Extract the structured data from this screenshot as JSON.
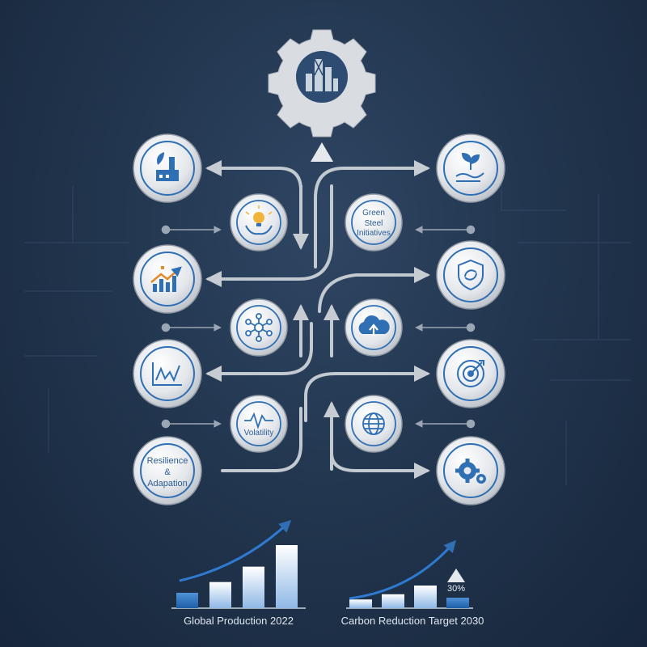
{
  "nodes": {
    "green_steel_initiatives": "Green\nSteel\nInitiatives",
    "volatility": "Volatility",
    "resilience_adaptation": "Resilience\n&\nAdapation"
  },
  "icons": [
    "gear-factory-icon",
    "factory-icon",
    "plant-hand-icon",
    "lightbulb-hands-icon",
    "growth-chart-icon",
    "shield-icon",
    "network-icon",
    "cloud-upload-icon",
    "line-chart-icon",
    "target-icon",
    "globe-icon",
    "gears-icon"
  ],
  "colors": {
    "accent": "#2f6fb3",
    "node_fill": "#e6e9ed",
    "arrow": "#c3c9d1"
  },
  "charts": {
    "global_production": {
      "caption": "Global Production 2022",
      "values": [
        1,
        1.7,
        2.7,
        4.1
      ]
    },
    "carbon_reduction": {
      "caption": "Carbon Reduction Target 2030",
      "label": "30%",
      "values": [
        1,
        1.6,
        2.6,
        1.2
      ]
    }
  },
  "chart_data": [
    {
      "type": "bar",
      "categories": [
        "",
        "",
        "",
        ""
      ],
      "values": [
        1,
        1.7,
        2.7,
        4.1
      ],
      "title": "Global Production 2022"
    },
    {
      "type": "bar",
      "categories": [
        "",
        "",
        "",
        ""
      ],
      "values": [
        1,
        1.6,
        2.6,
        1.2
      ],
      "title": "Carbon Reduction Target 2030"
    }
  ]
}
